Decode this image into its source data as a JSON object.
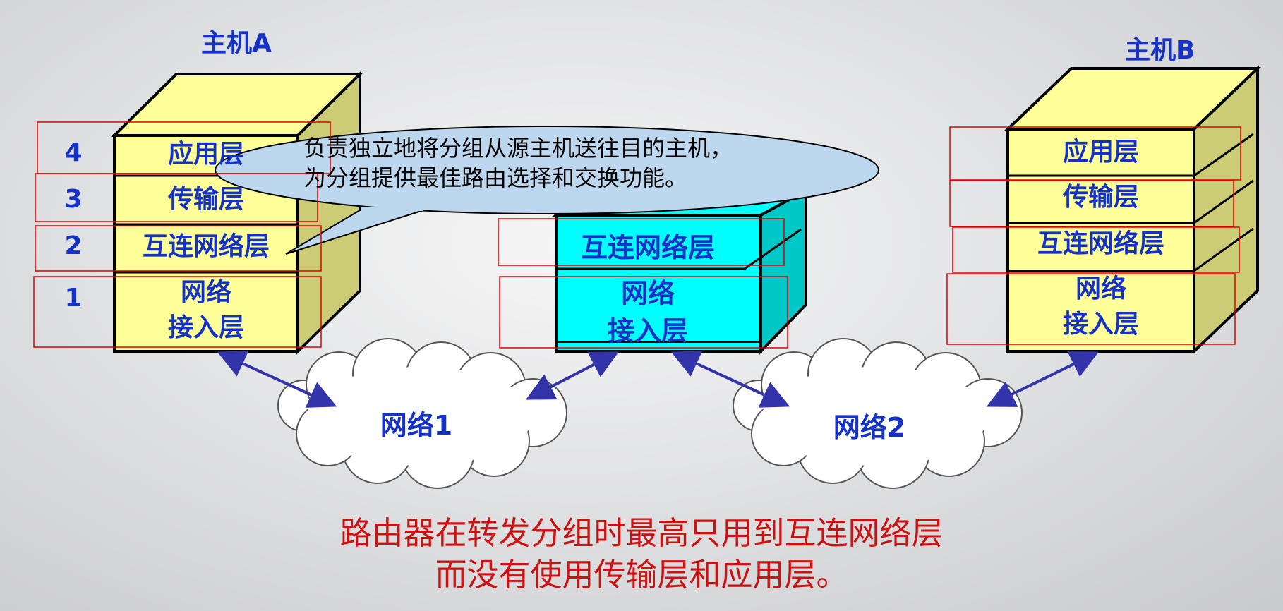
{
  "host_a": {
    "title": "主机A",
    "layers": [
      {
        "num": "4",
        "label": "应用层"
      },
      {
        "num": "3",
        "label": "传输层"
      },
      {
        "num": "2",
        "label": "互连网络层"
      },
      {
        "num": "1",
        "label": "网络\n接入层"
      }
    ]
  },
  "router": {
    "layers": [
      {
        "label": "互连网络层"
      },
      {
        "label": "网络\n接入层"
      }
    ]
  },
  "host_b": {
    "title": "主机B",
    "layers": [
      {
        "label": "应用层"
      },
      {
        "label": "传输层"
      },
      {
        "label": "互连网络层"
      },
      {
        "label": "网络\n接入层"
      }
    ]
  },
  "networks": [
    {
      "label": "网络1"
    },
    {
      "label": "网络2"
    }
  ],
  "callout": {
    "text": "负责独立地将分组从源主机送往目的主机，\n为分组提供最佳路由选择和交换功能。"
  },
  "caption": {
    "text": "路由器在转发分组时最高只用到互连网络层\n而没有使用传输层和应用层。"
  },
  "colors": {
    "host_face": "#ffff99",
    "host_side": "#cccc77",
    "router_face": "#00ffff",
    "router_side": "#00c8c8",
    "text_blue": "#1432c8",
    "caption_red": "#cc1111",
    "arrow": "#3333aa",
    "callout_fill": "#bdd7ee",
    "highlight_box": "#e00000"
  }
}
